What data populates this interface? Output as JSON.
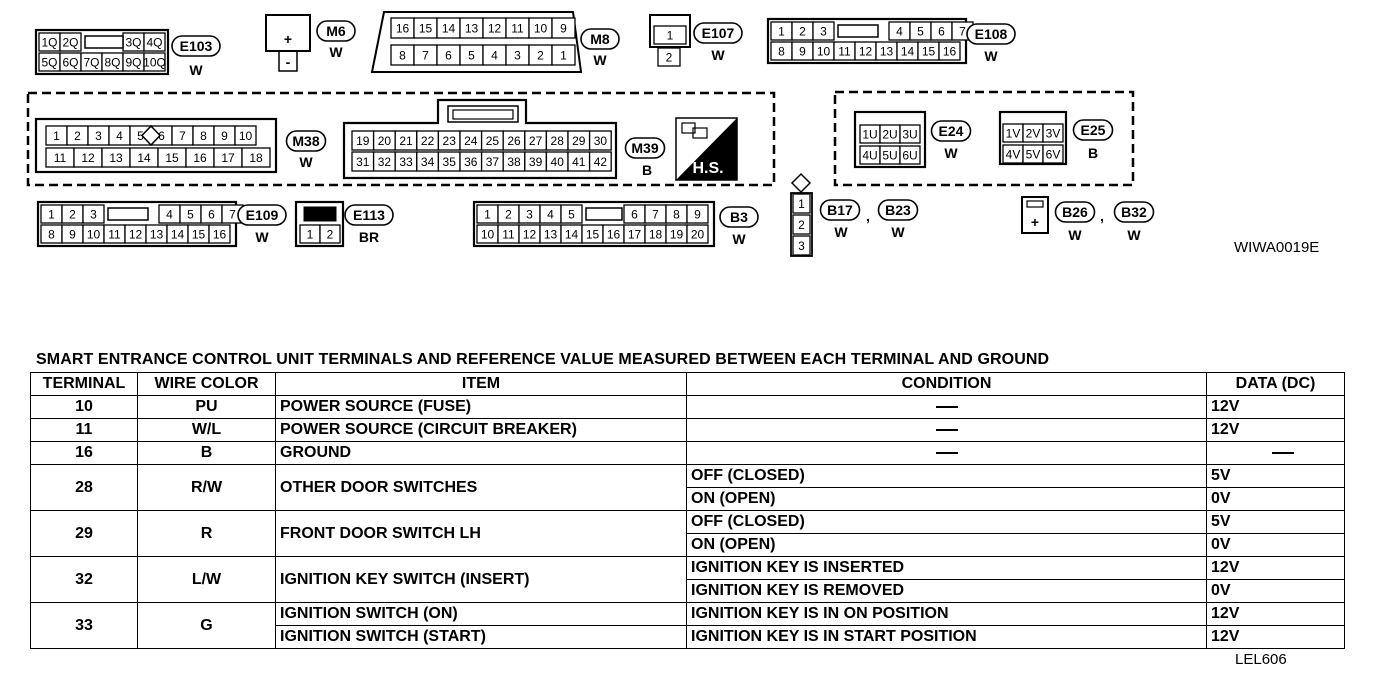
{
  "diagram": {
    "reference_code": "WIWA0019E",
    "connectors": {
      "e103": {
        "tag": "E103",
        "color": "W",
        "pins_top": [
          "1Q",
          "2Q",
          "3Q",
          "4Q"
        ],
        "pins_bottom": [
          "5Q",
          "6Q",
          "7Q",
          "8Q",
          "9Q",
          "10Q"
        ]
      },
      "m6": {
        "tag": "M6",
        "color": "W",
        "pins": [
          "+",
          "-"
        ]
      },
      "m8": {
        "tag": "M8",
        "color": "W",
        "pins_top": [
          "16",
          "15",
          "14",
          "13",
          "12",
          "11",
          "10",
          "9"
        ],
        "pins_bottom": [
          "8",
          "7",
          "6",
          "5",
          "4",
          "3",
          "2",
          "1"
        ]
      },
      "e107": {
        "tag": "E107",
        "color": "W",
        "pins": [
          "1",
          "2"
        ]
      },
      "e108": {
        "tag": "E108",
        "color": "W",
        "pins_top": [
          "1",
          "2",
          "3",
          "4",
          "5",
          "6",
          "7"
        ],
        "pins_bottom": [
          "8",
          "9",
          "10",
          "11",
          "12",
          "13",
          "14",
          "15",
          "16"
        ]
      },
      "m38": {
        "tag": "M38",
        "color": "W",
        "pins_top": [
          "1",
          "2",
          "3",
          "4",
          "5",
          "6",
          "7",
          "8",
          "9",
          "10"
        ],
        "pins_bottom": [
          "11",
          "12",
          "13",
          "14",
          "15",
          "16",
          "17",
          "18"
        ]
      },
      "m39": {
        "tag": "M39",
        "color": "B",
        "pins_top": [
          "19",
          "20",
          "21",
          "22",
          "23",
          "24",
          "25",
          "26",
          "27",
          "28",
          "29",
          "30"
        ],
        "pins_bottom": [
          "31",
          "32",
          "33",
          "34",
          "35",
          "36",
          "37",
          "38",
          "39",
          "40",
          "41",
          "42"
        ]
      },
      "hs": {
        "label": "H.S."
      },
      "e24": {
        "tag": "E24",
        "color": "W",
        "pins_top": [
          "1U",
          "2U",
          "3U"
        ],
        "pins_bottom": [
          "4U",
          "5U",
          "6U"
        ]
      },
      "e25": {
        "tag": "E25",
        "color": "B",
        "pins_top": [
          "1V",
          "2V",
          "3V"
        ],
        "pins_bottom": [
          "4V",
          "5V",
          "6V"
        ]
      },
      "e109": {
        "tag": "E109",
        "color": "W",
        "pins_top": [
          "1",
          "2",
          "3",
          "4",
          "5",
          "6",
          "7"
        ],
        "pins_bottom": [
          "8",
          "9",
          "10",
          "11",
          "12",
          "13",
          "14",
          "15",
          "16"
        ]
      },
      "e113": {
        "tag": "E113",
        "color": "BR",
        "pins": [
          "1",
          "2"
        ]
      },
      "b3": {
        "tag": "B3",
        "color": "W",
        "pins_top": [
          "1",
          "2",
          "3",
          "4",
          "5",
          "6",
          "7",
          "8",
          "9"
        ],
        "pins_bottom": [
          "10",
          "11",
          "12",
          "13",
          "14",
          "15",
          "16",
          "17",
          "18",
          "19",
          "20"
        ]
      },
      "b17": {
        "tag": "B17",
        "color": "W",
        "pins": [
          "1",
          "2",
          "3"
        ]
      },
      "b23": {
        "tag": "B23",
        "color": "W"
      },
      "b26": {
        "tag": "B26",
        "color": "W",
        "pins": [
          "+"
        ]
      },
      "b32": {
        "tag": "B32",
        "color": "W"
      }
    }
  },
  "table": {
    "title": "SMART ENTRANCE CONTROL UNIT TERMINALS AND REFERENCE VALUE MEASURED BETWEEN EACH TERMINAL AND GROUND",
    "headers": [
      "TERMINAL",
      "WIRE COLOR",
      "ITEM",
      "CONDITION",
      "DATA (DC)"
    ],
    "rows": [
      {
        "terminal": "10",
        "wire": "PU",
        "item": "POWER SOURCE (FUSE)",
        "conditions": [
          {
            "condition": "—",
            "data": "12V"
          }
        ]
      },
      {
        "terminal": "11",
        "wire": "W/L",
        "item": "POWER SOURCE (CIRCUIT BREAKER)",
        "conditions": [
          {
            "condition": "—",
            "data": "12V"
          }
        ]
      },
      {
        "terminal": "16",
        "wire": "B",
        "item": "GROUND",
        "conditions": [
          {
            "condition": "—",
            "data": "—"
          }
        ]
      },
      {
        "terminal": "28",
        "wire": "R/W",
        "item": "OTHER DOOR SWITCHES",
        "conditions": [
          {
            "condition": "OFF (CLOSED)",
            "data": "5V"
          },
          {
            "condition": "ON (OPEN)",
            "data": "0V"
          }
        ]
      },
      {
        "terminal": "29",
        "wire": "R",
        "item": "FRONT DOOR SWITCH LH",
        "conditions": [
          {
            "condition": "OFF (CLOSED)",
            "data": "5V"
          },
          {
            "condition": "ON (OPEN)",
            "data": "0V"
          }
        ]
      },
      {
        "terminal": "32",
        "wire": "L/W",
        "item": "IGNITION KEY SWITCH (INSERT)",
        "conditions": [
          {
            "condition": "IGNITION KEY IS INSERTED",
            "data": "12V"
          },
          {
            "condition": "IGNITION KEY IS REMOVED",
            "data": "0V"
          }
        ]
      },
      {
        "terminal": "33",
        "wire": "G",
        "items": [
          "IGNITION SWITCH (ON)",
          "IGNITION SWITCH (START)"
        ],
        "conditions": [
          {
            "condition": "IGNITION KEY IS IN ON POSITION",
            "data": "12V"
          },
          {
            "condition": "IGNITION KEY IS IN START POSITION",
            "data": "12V"
          }
        ]
      }
    ],
    "footer_code": "LEL606"
  }
}
